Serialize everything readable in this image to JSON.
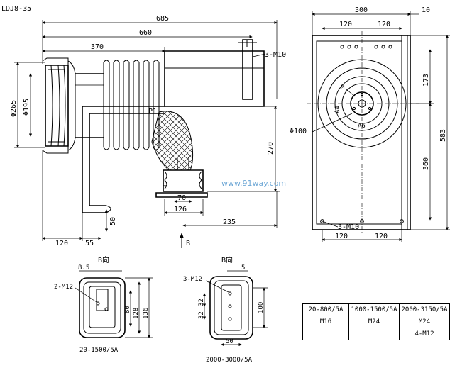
{
  "title": "LDJ8-35",
  "front_view": {
    "dims": {
      "overall": "685",
      "d660": "660",
      "d370": "370",
      "thread": "3-M10",
      "phi265": "Φ265",
      "phi195": "Φ195",
      "p1": "P1",
      "d270": "270",
      "d30": "30",
      "d70": "70",
      "d126": "126",
      "d50": "50",
      "d120": "120",
      "d55": "55",
      "d235": "235",
      "view_b": "B"
    }
  },
  "side_view": {
    "dims": {
      "d300": "300",
      "d10": "10",
      "top120a": "120",
      "top120b": "120",
      "d173": "173",
      "d583": "583",
      "d360": "360",
      "phi100": "Φ100",
      "m": "M",
      "a4": "A4",
      "a6": "A6",
      "thread": "3-M10",
      "bot120a": "120",
      "bot120b": "120"
    }
  },
  "view_b1": {
    "title": "B向",
    "d8_5": "8.5",
    "thread": "2-M12",
    "d80": "80",
    "d128": "128",
    "d136": "136",
    "caption": "20-1500/5A"
  },
  "view_b2": {
    "title": "B向",
    "d5": "5",
    "thread": "3-M12",
    "d32a": "32",
    "d32b": "32",
    "d100": "100",
    "d50": "50",
    "caption": "2000-3000/5A"
  },
  "watermark": "www.91way.com",
  "spec_table": {
    "headers": [
      "20-800/5A",
      "1000-1500/5A",
      "2000-3150/5A"
    ],
    "row1": [
      "M16",
      "M24",
      "M24"
    ],
    "row2": [
      "",
      "",
      "4-M12"
    ]
  }
}
